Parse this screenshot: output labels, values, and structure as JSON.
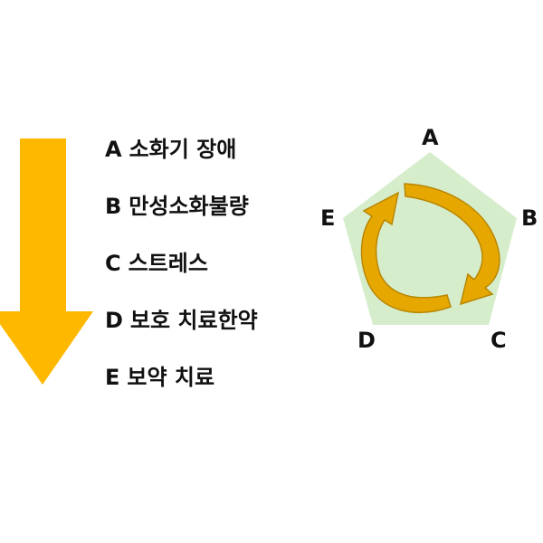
{
  "stages": [
    {
      "letter": "A",
      "text": "소화기 장애"
    },
    {
      "letter": "B",
      "text": "만성소화불량"
    },
    {
      "letter": "C",
      "text": "스트레스"
    },
    {
      "letter": "D",
      "text": "보호 치료한약"
    },
    {
      "letter": "E",
      "text": "보약 치료"
    }
  ],
  "pentagon": {
    "vertex_labels": {
      "top": "A",
      "right": "B",
      "bottom_right": "C",
      "bottom_left": "D",
      "left": "E"
    }
  },
  "colors": {
    "arrow": "#FFB800",
    "pentagon_fill": "#D6EDCB",
    "cycle_arrow": "#E6A800",
    "cycle_arrow_stroke": "#B88600",
    "text": "#111111"
  }
}
